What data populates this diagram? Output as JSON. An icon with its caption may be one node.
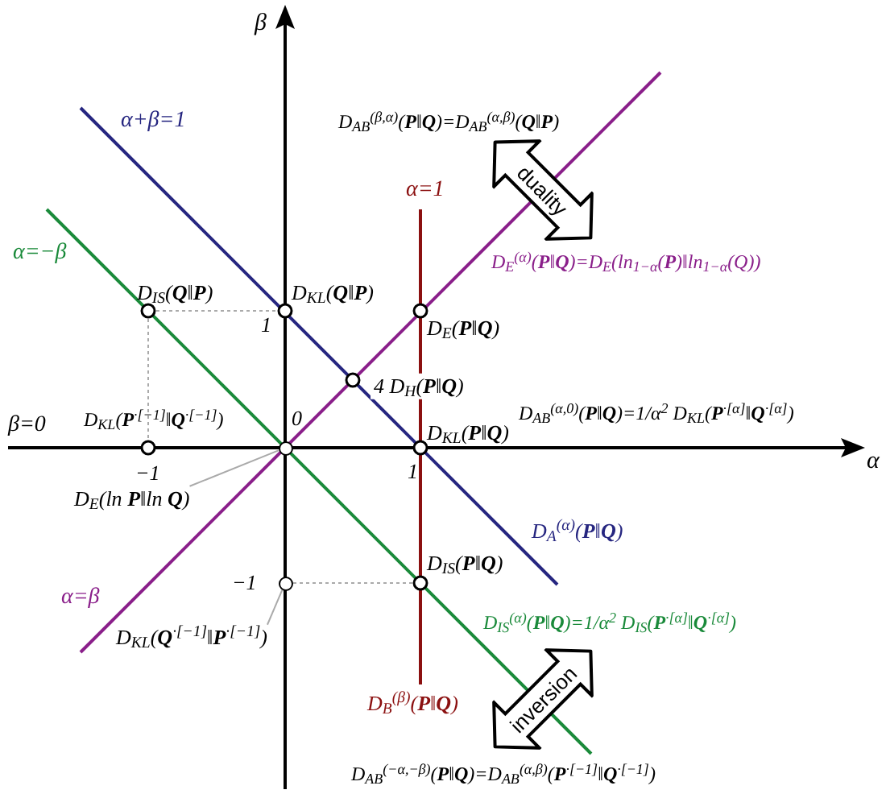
{
  "diagram": {
    "nodes": [
      {
        "text": [
          "D$_{E}$(ln **P**‖ln **Q**)"
        ]
      },
      {
        "text": [],
        "shape": "circle"
      },
      {
        "text": [
          "D$_{KL}$(**Q**$^{·[−1]}$‖**P**$^{·[−1]}$)"
        ]
      },
      {
        "text": [],
        "shape": "circle"
      },
      {
        "text": [
          "duality"
        ]
      },
      {
        "text": [
          "inversion"
        ]
      }
    ],
    "edges": [
      {
        "from": 0,
        "to": 1,
        "arrow": "none"
      },
      {
        "from": 2,
        "to": 3,
        "arrow": "none"
      }
    ],
    "labels": [
      "β",
      "α",
      "α+β=1",
      "D$_{AB}$$^{(β,α)}$(**P**‖**Q**)=D$_{AB}$$^{(α,β)}$(**Q**‖**P**)",
      "α=1",
      "α=−β",
      "D$_{E}$$^{(α)}$(**P**‖**Q**)=D$_{E}$(ln$_{1−α}$(**P**)‖ln$_{1−α}$(Q))",
      "D$_{IS}$(**Q**‖**P**)",
      "D$_{KL}$(**Q**‖**P**)",
      "1",
      "D$_{E}$(**P**‖**Q**)",
      "4 D$_{H}$(**P**‖**Q**)",
      "D$_{AB}$$^{(α,0)}$(**P**‖**Q**)=1/α$^{2}$ D$_{KL}$(**P**$^{·[α]}$‖**Q**$^{·[α]}$)",
      "β=0",
      "D$_{KL}$(**P**$^{·[−1]}$‖**Q**$^{·[−1]}$)",
      "0",
      "D$_{KL}$(**P**‖**Q**)",
      "−1",
      "1",
      "D$_{A}$$^{(α)}$(**P**‖**Q**)",
      "D$_{IS}$(**P**‖**Q**)",
      "−1",
      "α=β",
      "D$_{IS}$$^{(α)}$(**P**‖**Q**)=1/α$^{2}$ D$_{IS}$(**P**$^{·[α]}$‖**Q**$^{·[α]}$)",
      "D$_{B}$$^{(β)}$(**P**‖**Q**)",
      "D$_{AB}$$^{(−α,−β)}$(**P**‖**Q**)=D$_{AB}$$^{(α,β)}$(**P**$^{·[−1]}$‖**Q**$^{·[−1]}$)"
    ]
  }
}
